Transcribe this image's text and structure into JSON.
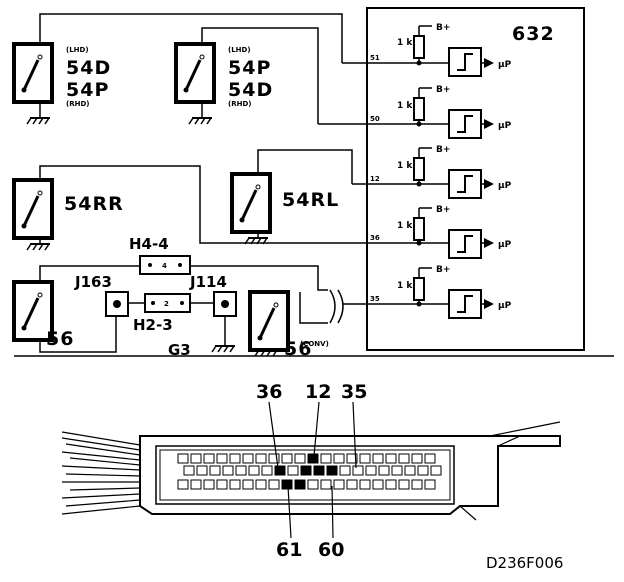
{
  "module": {
    "id": "632",
    "supply": "B+",
    "output": "µP",
    "resistor": "1 k",
    "pins": [
      "51",
      "50",
      "12",
      "36",
      "35"
    ]
  },
  "switches": {
    "sw_a": {
      "top_note": "(LHD)",
      "line1": "54D",
      "line2": "54P",
      "bottom_note": "(RHD)"
    },
    "sw_b": {
      "top_note": "(LHD)",
      "line1": "54P",
      "line2": "54D",
      "bottom_note": "(RHD)"
    },
    "sw_rl": {
      "label": "54RL"
    },
    "sw_rr": {
      "label": "54RR"
    },
    "sw_56": {
      "label": "56"
    },
    "sw_56_conv": {
      "label": "56",
      "note": "(CONV)"
    }
  },
  "connectors": {
    "h4": "H4-4",
    "j163": "J163",
    "j114": "J114",
    "h2": "H2-3",
    "g3": "G3"
  },
  "connector_view": {
    "top_numbers": [
      "36",
      "12",
      "35"
    ],
    "bottom_numbers": [
      "61",
      "60"
    ]
  },
  "figure_code": "D236F006"
}
